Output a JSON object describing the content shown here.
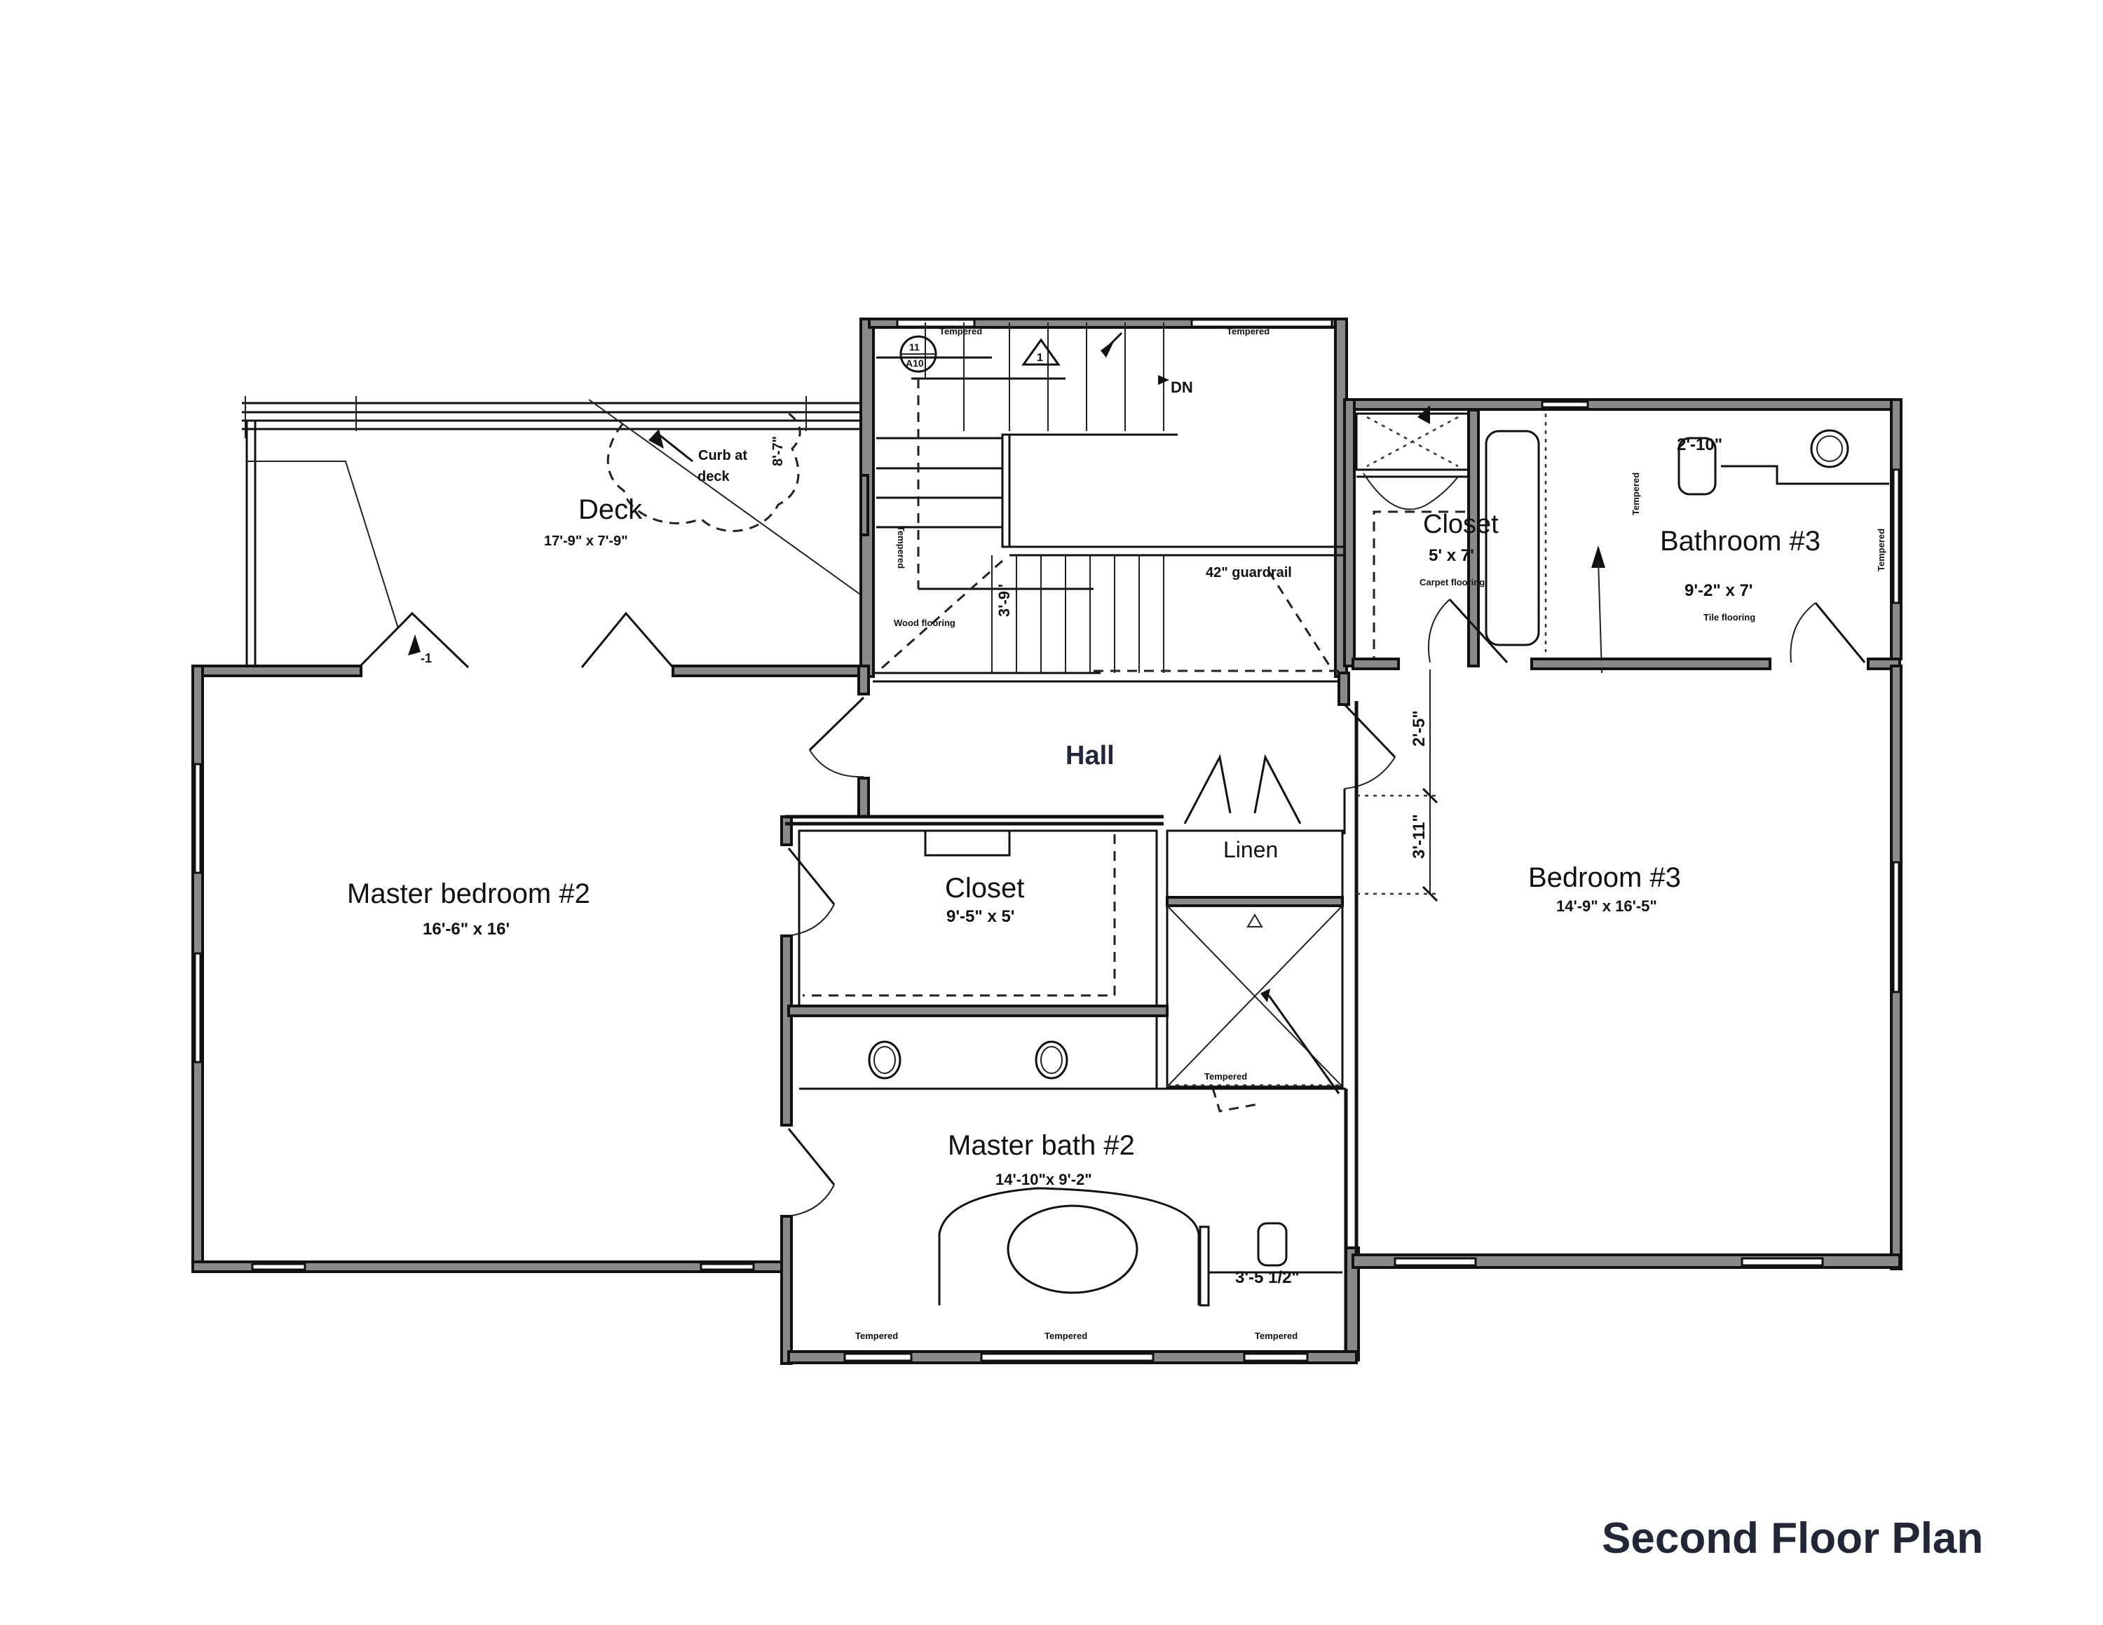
{
  "title": "Second Floor Plan",
  "colors": {
    "title": "#222636",
    "hall_label": "#23263a",
    "lines": "#111111",
    "background": "#ffffff"
  },
  "rooms": {
    "deck": {
      "name": "Deck",
      "size": "17'-9\" x 7'-9\"",
      "note": "Curb at deck",
      "note_line1": "Curb at",
      "note_line2": "deck",
      "dim": "8'-7\""
    },
    "stair": {
      "tempered_1": "Tempered",
      "tempered_2": "Tempered",
      "tempered_side": "Tempered",
      "down_label": "DN",
      "flooring": "Wood flooring",
      "width": "3'-9\"",
      "guardrail": "42\" guardrail",
      "section_tag_top": "11",
      "section_tag_bottom": "A10",
      "revision_tag": "1"
    },
    "master_bedroom": {
      "name": "Master bedroom #2",
      "size": "16'-6\" x 16'"
    },
    "hall": {
      "name": "Hall"
    },
    "master_closet": {
      "name": "Closet",
      "size": "9'-5\" x 5'"
    },
    "linen": {
      "name": "Linen"
    },
    "shower": {
      "tempered": "Tempered"
    },
    "master_bath": {
      "name": "Master bath #2",
      "size": "14'-10\"x 9'-2\"",
      "toilet_clearance": "3'-5 1/2\"",
      "tempered_left": "Tempered",
      "tempered_mid": "Tempered",
      "tempered_right": "Tempered"
    },
    "closet_3": {
      "name": "Closet",
      "size": "5' x 7'",
      "flooring": "Carpet flooring"
    },
    "bathroom_3": {
      "name": "Bathroom #3",
      "size": "9'-2\" x 7'",
      "flooring": "Tile flooring",
      "toilet_clearance": "2'-10\"",
      "tempered_tub": "Tempered",
      "tempered_window": "Tempered"
    },
    "bedroom_3": {
      "name": "Bedroom #3",
      "size": "14'-9\" x 16'-5\"",
      "dim_upper": "2'-5\"",
      "dim_lower": "3'-11\""
    }
  },
  "deck_door_dim": "-1"
}
